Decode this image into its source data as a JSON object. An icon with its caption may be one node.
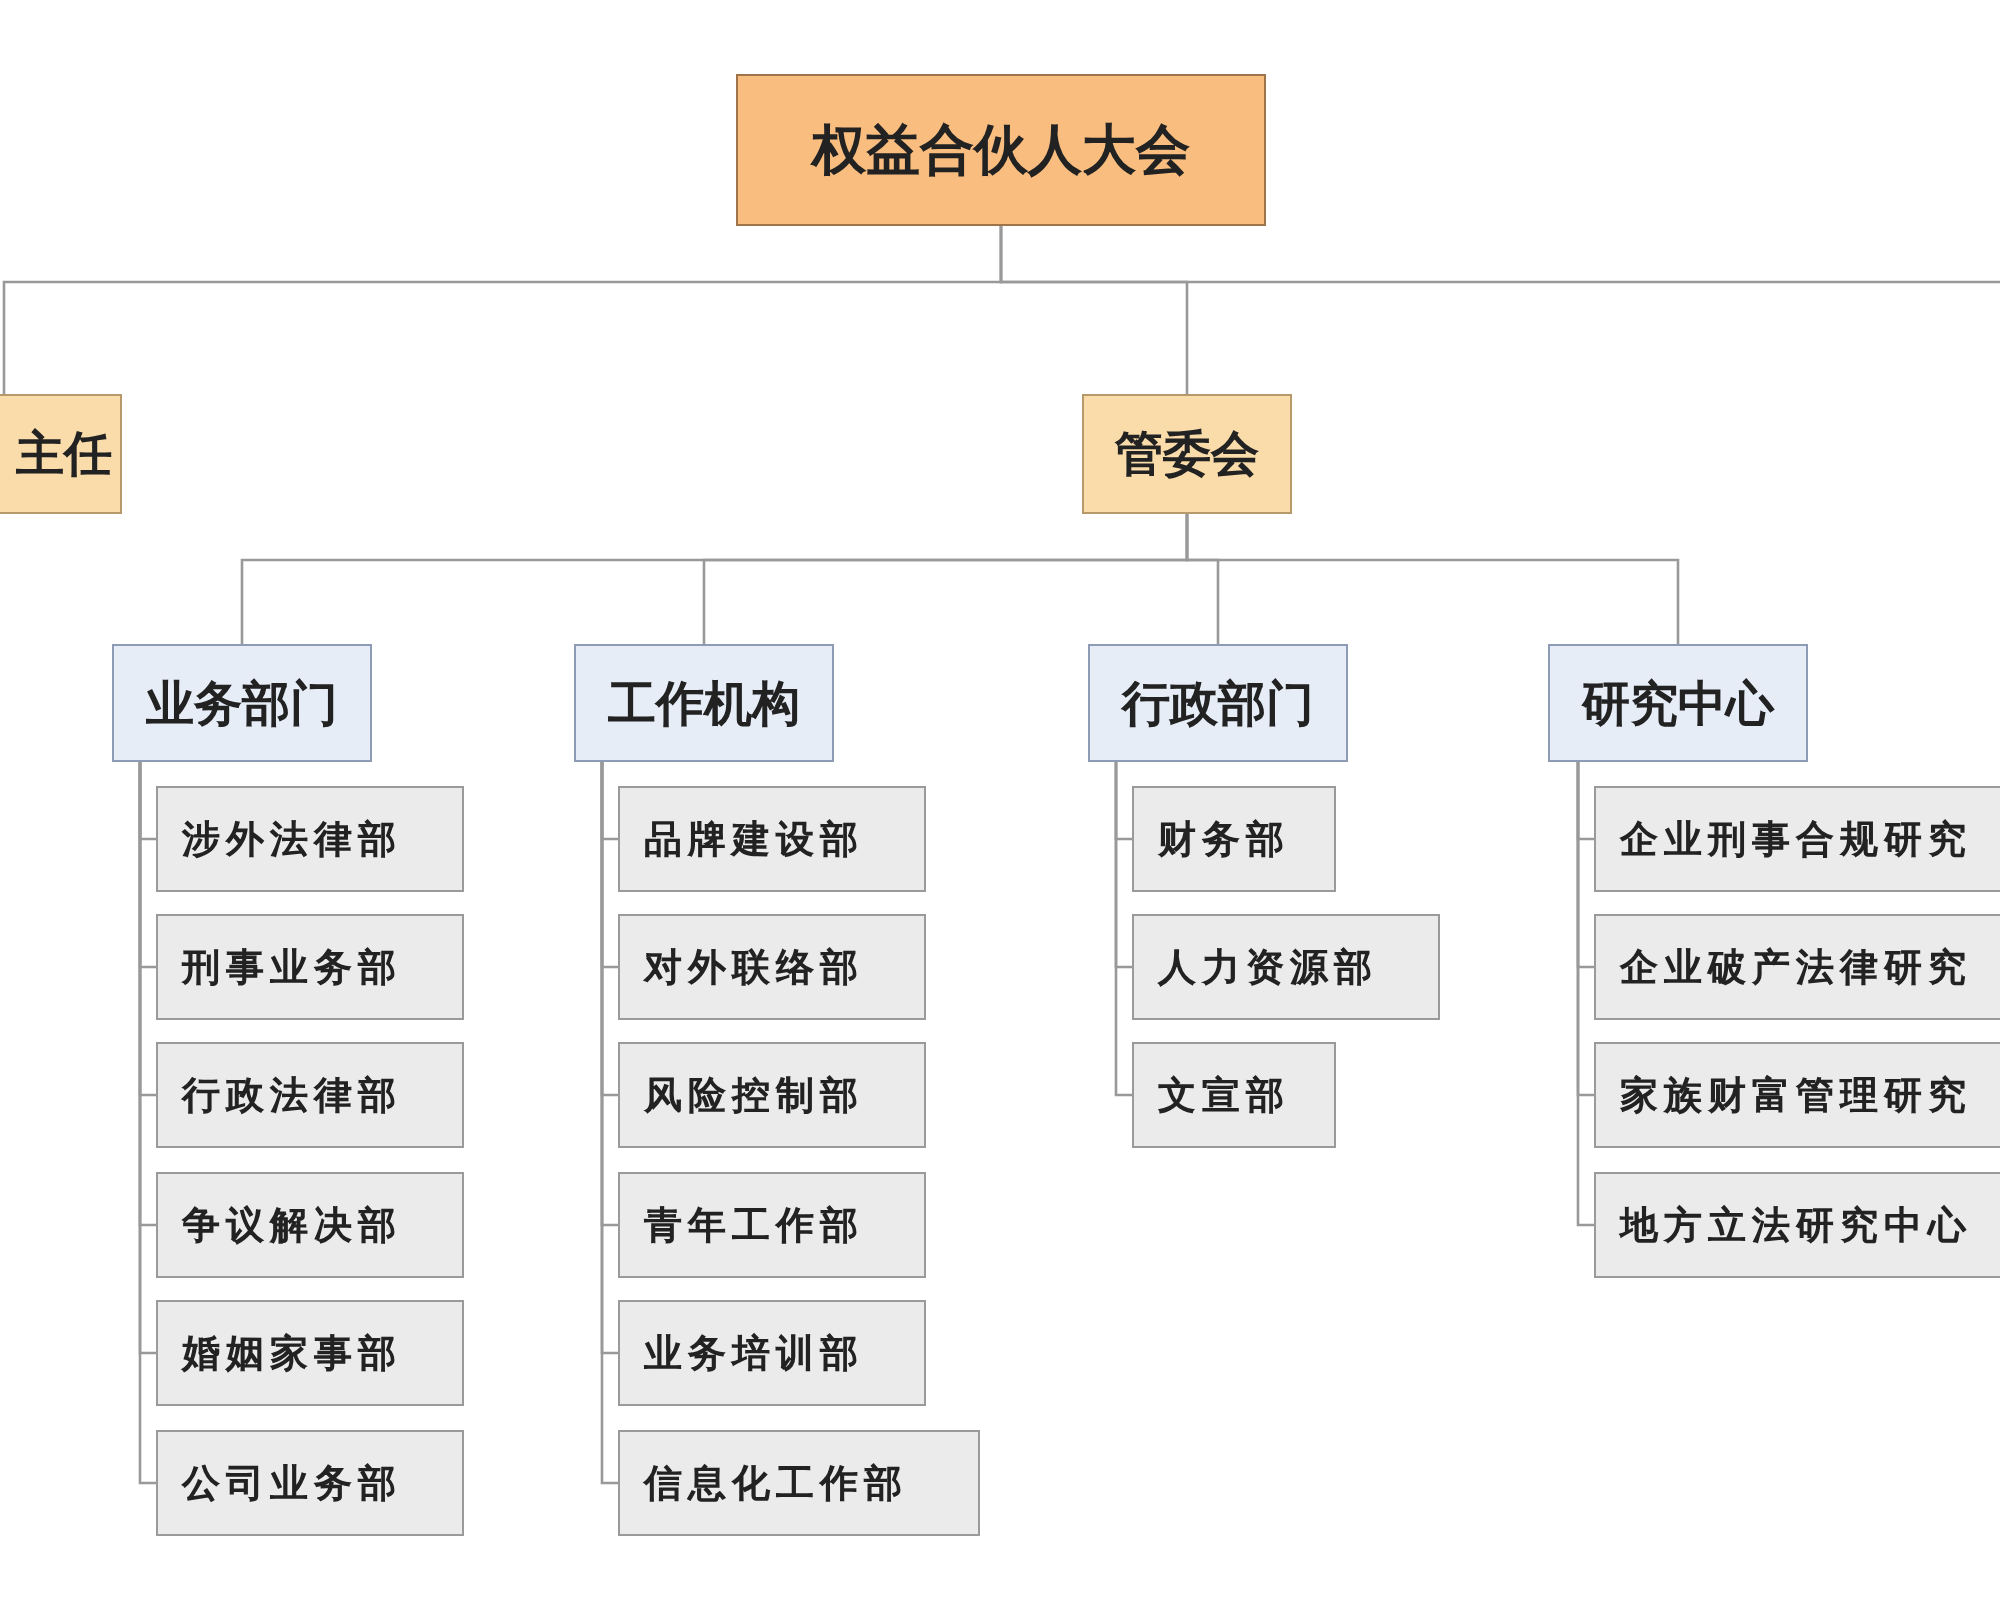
{
  "diagram": {
    "nodes": [
      {
        "text": [
          "权益合伙人大会"
        ]
      },
      {
        "text": [
          "主任"
        ]
      },
      {
        "text": [
          "管委会"
        ]
      },
      {
        "text": [
          "业务部门"
        ]
      },
      {
        "text": [
          "涉外法律部"
        ]
      },
      {
        "text": [
          "刑事业务部"
        ]
      },
      {
        "text": [
          "行政法律部"
        ]
      },
      {
        "text": [
          "争议解决部"
        ]
      },
      {
        "text": [
          "婚姻家事部"
        ]
      },
      {
        "text": [
          "公司业务部"
        ]
      },
      {
        "text": [
          "工作机构"
        ]
      },
      {
        "text": [
          "品牌建设部"
        ]
      },
      {
        "text": [
          "对外联络部"
        ]
      },
      {
        "text": [
          "风险控制部"
        ]
      },
      {
        "text": [
          "青年工作部"
        ]
      },
      {
        "text": [
          "业务培训部"
        ]
      },
      {
        "text": [
          "信息化工作部"
        ]
      },
      {
        "text": [
          "行政部门"
        ]
      },
      {
        "text": [
          "财务部"
        ]
      },
      {
        "text": [
          "人力资源部"
        ]
      },
      {
        "text": [
          "文宣部"
        ]
      },
      {
        "text": [
          "研究中心"
        ]
      },
      {
        "text": [
          "企业刑事合规研究"
        ]
      },
      {
        "text": [
          "企业破产法律研究"
        ]
      },
      {
        "text": [
          "家族财富管理研究"
        ]
      },
      {
        "text": [
          "地方立法研究中心"
        ]
      }
    ],
    "edges": [
      {
        "from": 0,
        "to": 1,
        "arrow": "none"
      },
      {
        "from": 0,
        "to": 2,
        "arrow": "none"
      },
      {
        "from": 0,
        "to": null,
        "arrow": "none"
      },
      {
        "from": 2,
        "to": 3,
        "arrow": "none"
      },
      {
        "from": 2,
        "to": 10,
        "arrow": "none"
      },
      {
        "from": 2,
        "to": 17,
        "arrow": "none"
      },
      {
        "from": 2,
        "to": 21,
        "arrow": "none"
      },
      {
        "from": 3,
        "to": 4,
        "arrow": "none"
      },
      {
        "from": 3,
        "to": 5,
        "arrow": "none"
      },
      {
        "from": 3,
        "to": 6,
        "arrow": "none"
      },
      {
        "from": 3,
        "to": 7,
        "arrow": "none"
      },
      {
        "from": 3,
        "to": 8,
        "arrow": "none"
      },
      {
        "from": 3,
        "to": 9,
        "arrow": "none"
      },
      {
        "from": 10,
        "to": 11,
        "arrow": "none"
      },
      {
        "from": 10,
        "to": 12,
        "arrow": "none"
      },
      {
        "from": 10,
        "to": 13,
        "arrow": "none"
      },
      {
        "from": 10,
        "to": 14,
        "arrow": "none"
      },
      {
        "from": 10,
        "to": 15,
        "arrow": "none"
      },
      {
        "from": 10,
        "to": 16,
        "arrow": "none"
      },
      {
        "from": 17,
        "to": 18,
        "arrow": "none"
      },
      {
        "from": 17,
        "to": 19,
        "arrow": "none"
      },
      {
        "from": 17,
        "to": 20,
        "arrow": "none"
      },
      {
        "from": 21,
        "to": 22,
        "arrow": "none"
      },
      {
        "from": 21,
        "to": 23,
        "arrow": "none"
      },
      {
        "from": 21,
        "to": 24,
        "arrow": "none"
      },
      {
        "from": 21,
        "to": 25,
        "arrow": "none"
      }
    ]
  }
}
